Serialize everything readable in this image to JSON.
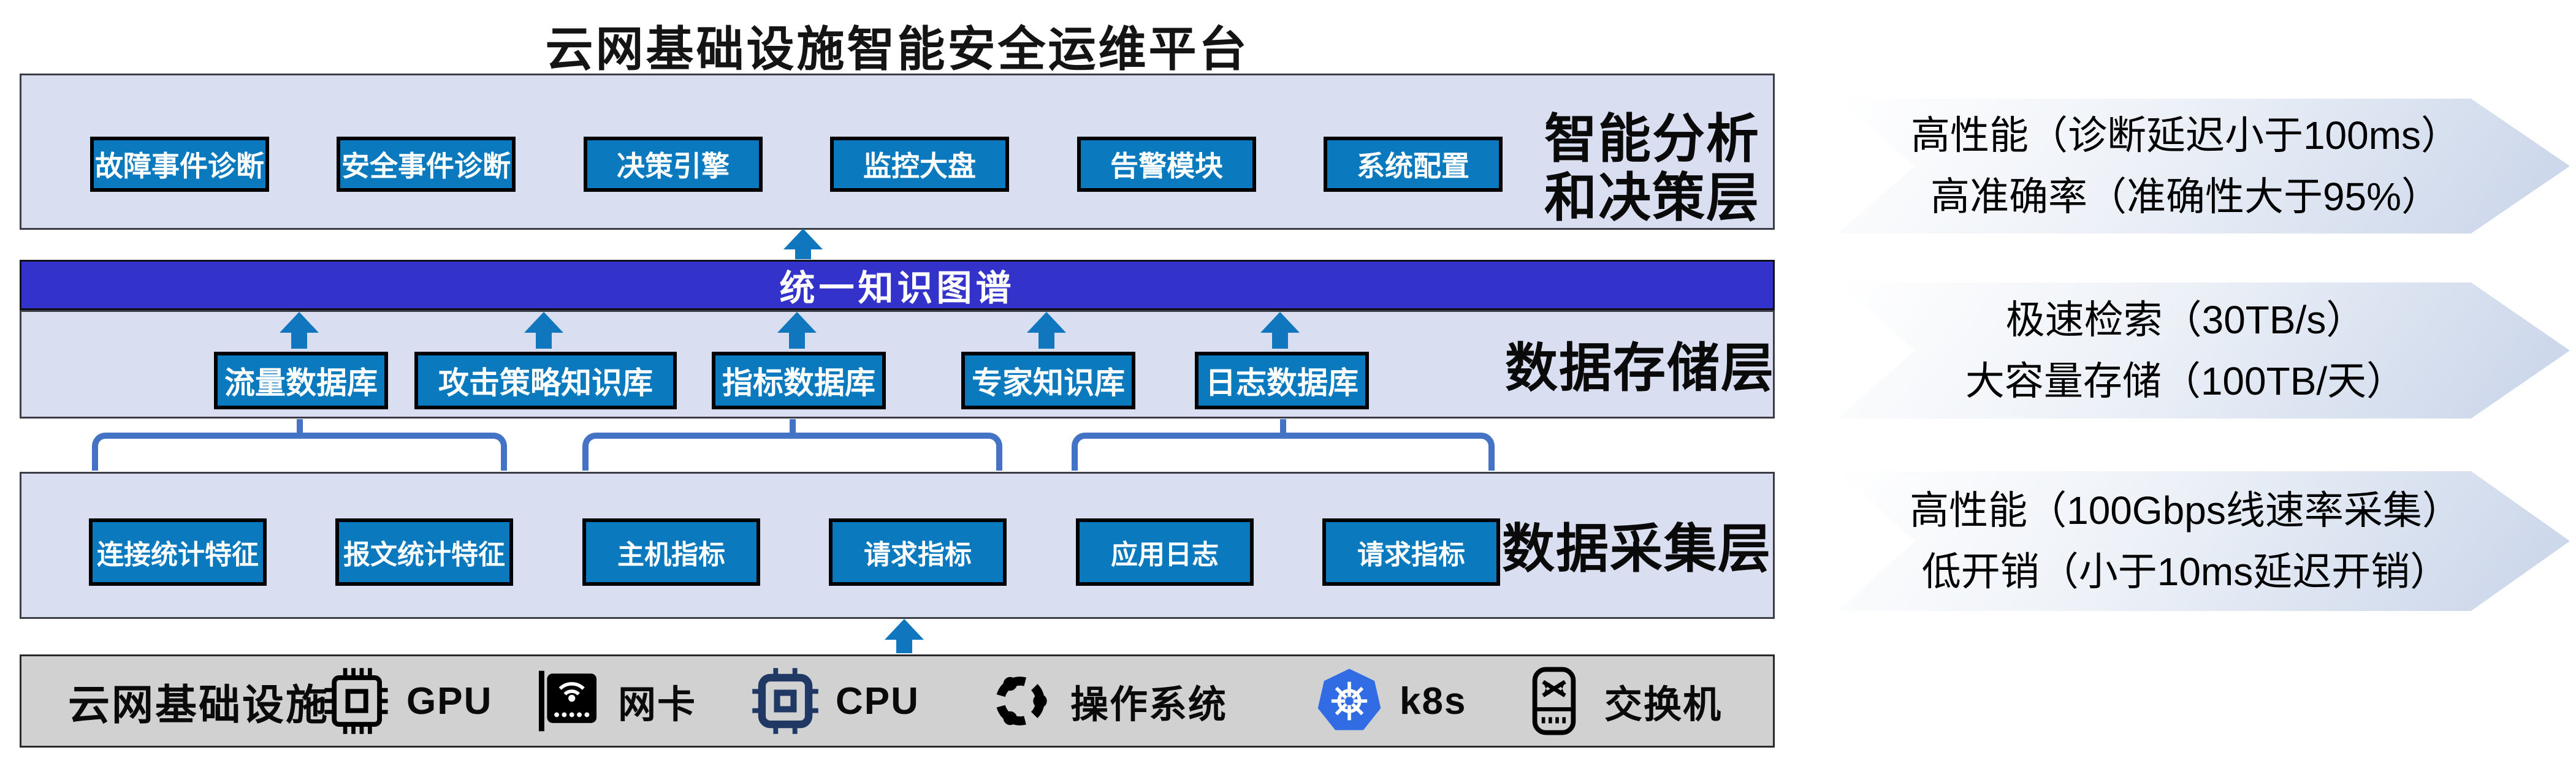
{
  "title": "云网基础设施智能安全运维平台",
  "layers": {
    "analysis": {
      "label_line1": "智能分析",
      "label_line2": "和决策层",
      "boxes": [
        "故障事件诊断",
        "安全事件诊断",
        "决策引擎",
        "监控大盘",
        "告警模块",
        "系统配置"
      ]
    },
    "knowledge_bar": {
      "label": "统一知识图谱"
    },
    "storage": {
      "label": "数据存储层",
      "boxes": [
        "流量数据库",
        "攻击策略知识库",
        "指标数据库",
        "专家知识库",
        "日志数据库"
      ]
    },
    "collection": {
      "label": "数据采集层",
      "boxes": [
        "连接统计特征",
        "报文统计特征",
        "主机指标",
        "请求指标",
        "应用日志",
        "请求指标"
      ]
    },
    "infrastructure": {
      "label": "云网基础设施",
      "items": [
        {
          "icon": "gpu-chip-icon",
          "label": "GPU"
        },
        {
          "icon": "network-card-icon",
          "label": "网卡"
        },
        {
          "icon": "cpu-chip-icon",
          "label": "CPU"
        },
        {
          "icon": "ubuntu-os-icon",
          "label": "操作系统"
        },
        {
          "icon": "kubernetes-icon",
          "label": "k8s"
        },
        {
          "icon": "network-switch-icon",
          "label": "交换机"
        }
      ]
    }
  },
  "banners": [
    {
      "line1": "高性能（诊断延迟小于100ms）",
      "line2": "高准确率（准确性大于95%）"
    },
    {
      "line1": "极速检索（30TB/s）",
      "line2": "大容量存储（100TB/天）"
    },
    {
      "line1": "高性能（100Gbps线速率采集）",
      "line2": "低开销（小于10ms延迟开销）"
    }
  ],
  "colors": {
    "band_bg": "#d9def0",
    "box_blue": "#0b79bd",
    "knowledge_purple": "#3333cb",
    "arrow_blue": "#1077be",
    "bracket_blue": "#4472c4",
    "infra_gray": "#d1d1d1",
    "k8s_blue": "#326ce5",
    "cpu_navy": "#1f3864"
  }
}
